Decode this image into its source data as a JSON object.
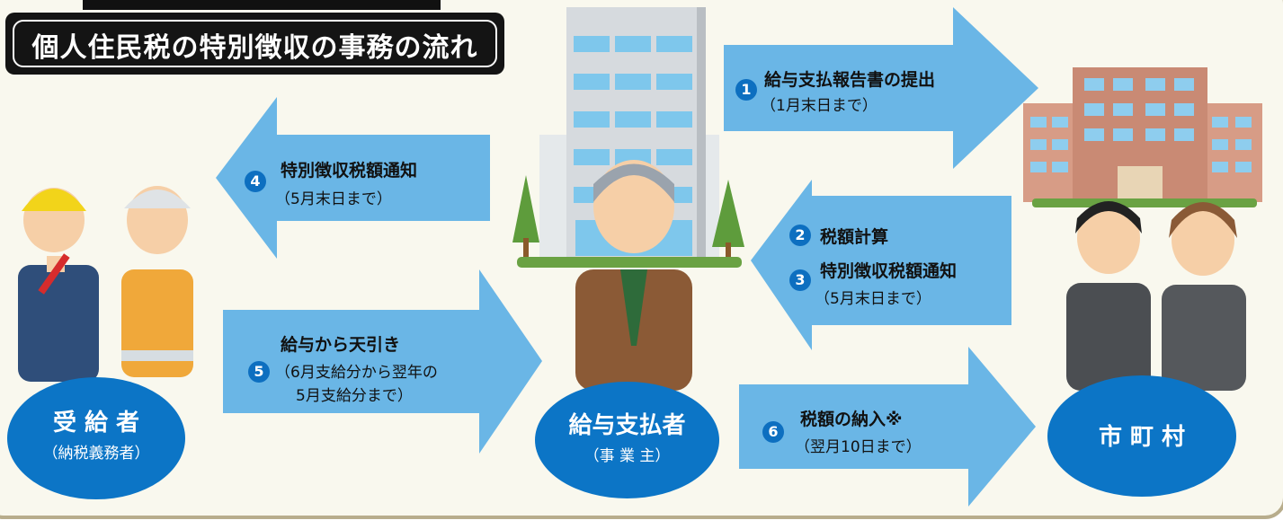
{
  "title": "個人住民税の特別徴収の事務の流れ",
  "colors": {
    "arrow": "#6ab6e6",
    "circle": "#0c75c6",
    "number": "#0d6fc0",
    "panel": "#f9f8ee"
  },
  "entities": {
    "recipient": {
      "name": "受 給 者",
      "sub": "（納税義務者）"
    },
    "employer": {
      "name": "給与支払者",
      "sub": "（事 業 主）"
    },
    "municipality": {
      "name": "市 町 村"
    }
  },
  "steps": [
    {
      "num": "1",
      "label": "給与支払報告書の提出",
      "note": "（1月末日まで）"
    },
    {
      "num": "2",
      "label": "税額計算"
    },
    {
      "num": "3",
      "label": "特別徴収税額通知",
      "note": "（5月末日まで）"
    },
    {
      "num": "4",
      "label": "特別徴収税額通知",
      "note": "（5月末日まで）"
    },
    {
      "num": "5",
      "label": "給与から天引き",
      "note": "（6月支給分から翌年の",
      "note2": "5月支給分まで）"
    },
    {
      "num": "6",
      "label": "税額の納入※",
      "note": "（翌月10日まで）"
    }
  ],
  "illustrations": [
    "office-building-icon",
    "city-hall-icon",
    "tree-icon",
    "worker-icon",
    "waitress-icon",
    "businessman-icon",
    "staff-icon"
  ]
}
